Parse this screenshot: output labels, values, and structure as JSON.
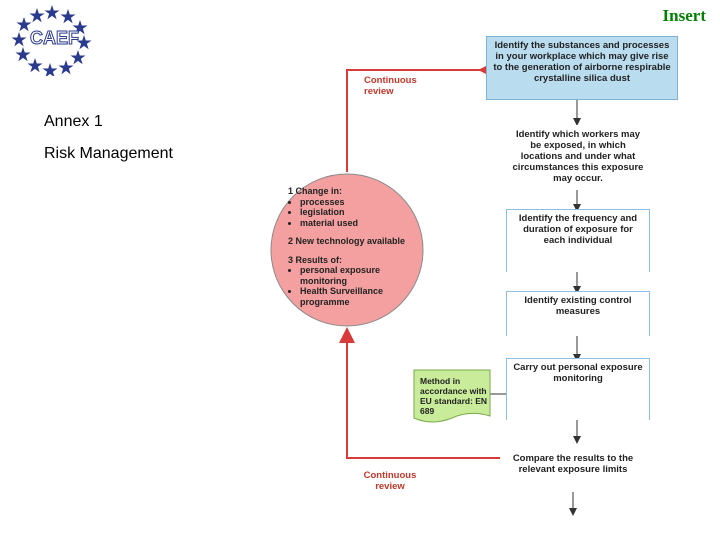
{
  "header": {
    "insert_label": "Insert"
  },
  "logo": {
    "text": "CAEF",
    "star_color": "#2a3a8c"
  },
  "title": {
    "annex": "Annex 1",
    "subtitle": "Risk Management"
  },
  "flow": {
    "steps": [
      "Identify the substances and processes in your workplace which may give rise to the generation of airborne respirable crystalline silica dust",
      "Identify which workers may be exposed, in which locations and under what circumstances this exposure may occur.",
      "Identify the frequency and duration of exposure for each individual",
      "Identify existing control measures",
      "Carry out personal exposure monitoring",
      "Compare the results to the relevant exposure limits"
    ],
    "review_top": "Continuous review",
    "review_bottom": "Continuous review",
    "note": "Method in accordance with EU standard: EN 689"
  },
  "circle": {
    "section1_title": "1 Change in:",
    "section1_items": [
      "processes",
      "legislation",
      "material used"
    ],
    "section2_title": "2 New technology available",
    "section3_title": "3 Results of:",
    "section3_items": [
      "personal exposure monitoring",
      "Health Surveillance programme"
    ]
  },
  "colors": {
    "accent_red": "#d93a3a",
    "circle_fill": "#f4a0a0",
    "step_blue": "#b9dcef",
    "note_green": "#c9ec9a",
    "insert_green": "#008000"
  }
}
